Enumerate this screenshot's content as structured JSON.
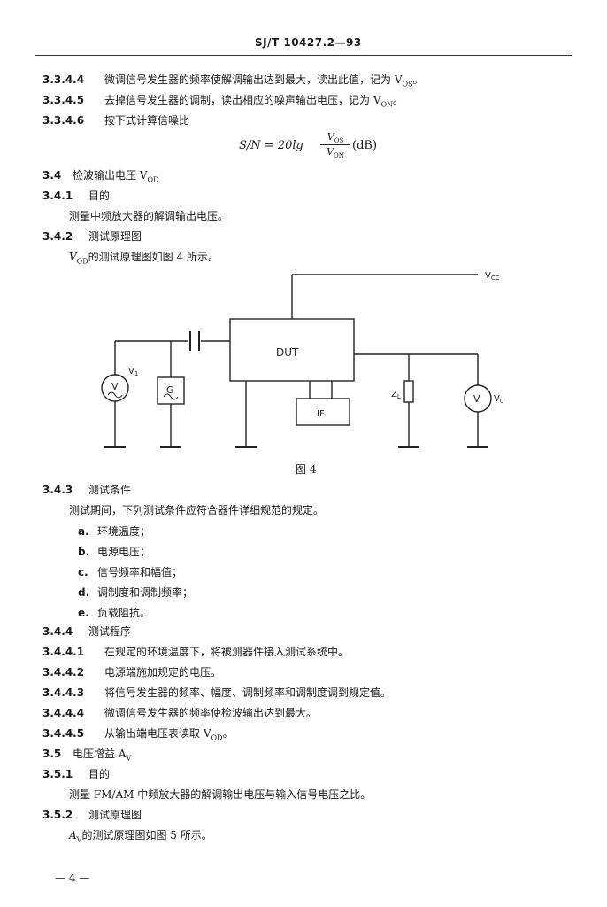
{
  "header": {
    "standard": "SJ/T 10427.2—93"
  },
  "sections": [
    {
      "num": "3.3.4.4",
      "text": "微调信号发生器的频率使解调输出达到最大，读出此值，记为 V",
      "sub": "OS",
      "tail": "。"
    },
    {
      "num": "3.3.4.5",
      "text": "去掉信号发生器的调制，读出相应的噪声输出电压，记为 V",
      "sub": "ON",
      "tail": "。"
    },
    {
      "num": "3.3.4.6",
      "text": "按下式计算信噪比",
      "sub": "",
      "tail": ""
    },
    {
      "num": "3.4",
      "text": "检波输出电压 V",
      "sub": "OD",
      "tail": ""
    },
    {
      "num": "3.4.1",
      "text": "目的",
      "sub": "",
      "tail": ""
    },
    {
      "num": "",
      "text": "测量中频放大器的解调输出电压。",
      "sub": "",
      "tail": ""
    },
    {
      "num": "3.4.2",
      "text": "测试原理图",
      "sub": "",
      "tail": ""
    },
    {
      "num": "",
      "text": "的测试原理图如图 4 所示。",
      "sub": "",
      "tail": "",
      "prefix": "V",
      "prefix_sub": "OD"
    },
    {
      "num": "3.4.3",
      "text": "测试条件",
      "sub": "",
      "tail": ""
    },
    {
      "num": "",
      "text": "测试期间，下列测试条件应符合器件详细规范的规定。",
      "sub": "",
      "tail": ""
    },
    {
      "num": "a.",
      "text": "环境温度；",
      "sub": "",
      "tail": ""
    },
    {
      "num": "b.",
      "text": "电源电压；",
      "sub": "",
      "tail": ""
    },
    {
      "num": "c.",
      "text": "信号频率和幅值；",
      "sub": "",
      "tail": ""
    },
    {
      "num": "d.",
      "text": "调制度和调制频率；",
      "sub": "",
      "tail": ""
    },
    {
      "num": "e.",
      "text": "负载阻抗。",
      "sub": "",
      "tail": ""
    },
    {
      "num": "3.4.4",
      "text": "测试程序",
      "sub": "",
      "tail": ""
    },
    {
      "num": "3.4.4.1",
      "text": "在规定的环境温度下，将被测器件接入测试系统中。",
      "sub": "",
      "tail": ""
    },
    {
      "num": "3.4.4.2",
      "text": "电源端施加规定的电压。",
      "sub": "",
      "tail": ""
    },
    {
      "num": "3.4.4.3",
      "text": "将信号发生器的频率、幅度、调制频率和调制度调到规定值。",
      "sub": "",
      "tail": ""
    },
    {
      "num": "3.4.4.4",
      "text": "微调信号发生器的频率使检波输出达到最大。",
      "sub": "",
      "tail": ""
    },
    {
      "num": "3.4.4.5",
      "text": "从输出端电压表读取 V",
      "sub": "OD",
      "tail": "。"
    },
    {
      "num": "3.5",
      "text": "电压增益 A",
      "sub": "V",
      "tail": ""
    },
    {
      "num": "3.5.1",
      "text": "目的",
      "sub": "",
      "tail": ""
    },
    {
      "num": "",
      "text": "测量 FM/AM 中频放大器的解调输出电压与输入信号电压之比。",
      "sub": "",
      "tail": ""
    },
    {
      "num": "3.5.2",
      "text": "测试原理图",
      "sub": "",
      "tail": ""
    },
    {
      "num": "",
      "text": "的测试原理图如图 5 所示。",
      "sub": "",
      "tail": "",
      "prefix": "A",
      "prefix_sub": "V"
    }
  ],
  "formula": {
    "lhs": "S/N = 20lg",
    "num": "V",
    "num_sub": "OS",
    "den": "V",
    "den_sub": "ON",
    "unit": "(dB)"
  },
  "figure": {
    "caption": "图 4",
    "vcc": "V",
    "vcc_sub": "CC",
    "dut": "DUT",
    "if": "IF",
    "v1": "V",
    "v1_sub": "1",
    "zl": "Z",
    "zl_sub": "L",
    "vo": "V",
    "vo_sub": "0",
    "gen_symbol": "G",
    "meter_symbol": "V"
  },
  "footer": {
    "page": "— 4 —"
  }
}
